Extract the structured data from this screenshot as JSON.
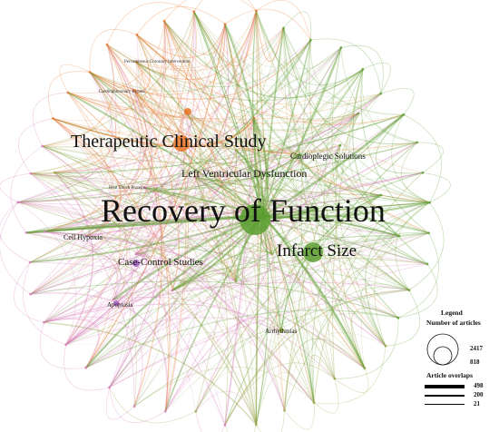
{
  "network": {
    "labels": {
      "recovery": "Recovery of Function",
      "therapeutic": "Therapeutic Clinical Study",
      "infarct": "Infarct Size",
      "lvd": "Left Ventricular Dysfunction",
      "cardioplegic": "Cardioplegic Solutions",
      "case_control": "Case-Control Studies",
      "cell_hypoxia": "Cell Hypoxia",
      "apoptosis": "Apoptosis",
      "arrhythmias": "Arrhythmias",
      "pci": "Percutaneous Coronary Intervention",
      "bypass": "Cardiopulmonary Bypass",
      "heat_shock": "Heat Shock Proteins"
    },
    "colors": {
      "green": "#5a9e2f",
      "orange": "#e8772a",
      "pink": "#d67ab8",
      "olive": "#9aa84a",
      "purple": "#a05ac0"
    }
  },
  "legend": {
    "title": "Legend",
    "size_heading": "Number of articles",
    "size_large": "2417",
    "size_small": "818",
    "overlap_heading": "Article overlaps",
    "overlap_high": "498",
    "overlap_mid": "200",
    "overlap_low": "21"
  }
}
